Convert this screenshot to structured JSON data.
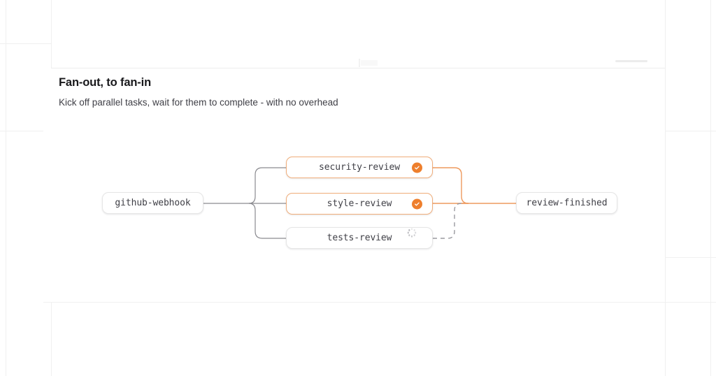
{
  "card": {
    "title": "Fan-out, to fan-in",
    "subtitle": "Kick off parallel tasks, wait for them to complete - with no overhead"
  },
  "colors": {
    "accent": "#ee7f2d",
    "accent_border": "#f0ad7a",
    "edge_gray": "#8a8a8f",
    "node_border": "#e6e6e6",
    "text": "#3f3f46"
  },
  "graph": {
    "nodes": [
      {
        "id": "github-webhook",
        "label": "github-webhook",
        "state": "default",
        "icon": "none"
      },
      {
        "id": "security-review",
        "label": "security-review",
        "state": "complete",
        "icon": "check-circle-icon"
      },
      {
        "id": "style-review",
        "label": "style-review",
        "state": "complete",
        "icon": "check-circle-icon"
      },
      {
        "id": "tests-review",
        "label": "tests-review",
        "state": "running",
        "icon": "spinner-icon"
      },
      {
        "id": "review-finished",
        "label": "review-finished",
        "state": "default",
        "icon": "none"
      }
    ],
    "edges": [
      {
        "from": "github-webhook",
        "to": "security-review",
        "style": "solid",
        "color": "#8a8a8f"
      },
      {
        "from": "github-webhook",
        "to": "style-review",
        "style": "solid",
        "color": "#8a8a8f"
      },
      {
        "from": "github-webhook",
        "to": "tests-review",
        "style": "solid",
        "color": "#8a8a8f"
      },
      {
        "from": "security-review",
        "to": "review-finished",
        "style": "solid",
        "color": "#ee9a5e"
      },
      {
        "from": "style-review",
        "to": "review-finished",
        "style": "solid",
        "color": "#ee9a5e"
      },
      {
        "from": "tests-review",
        "to": "review-finished",
        "style": "dashed",
        "color": "#9a9a9f"
      }
    ]
  }
}
